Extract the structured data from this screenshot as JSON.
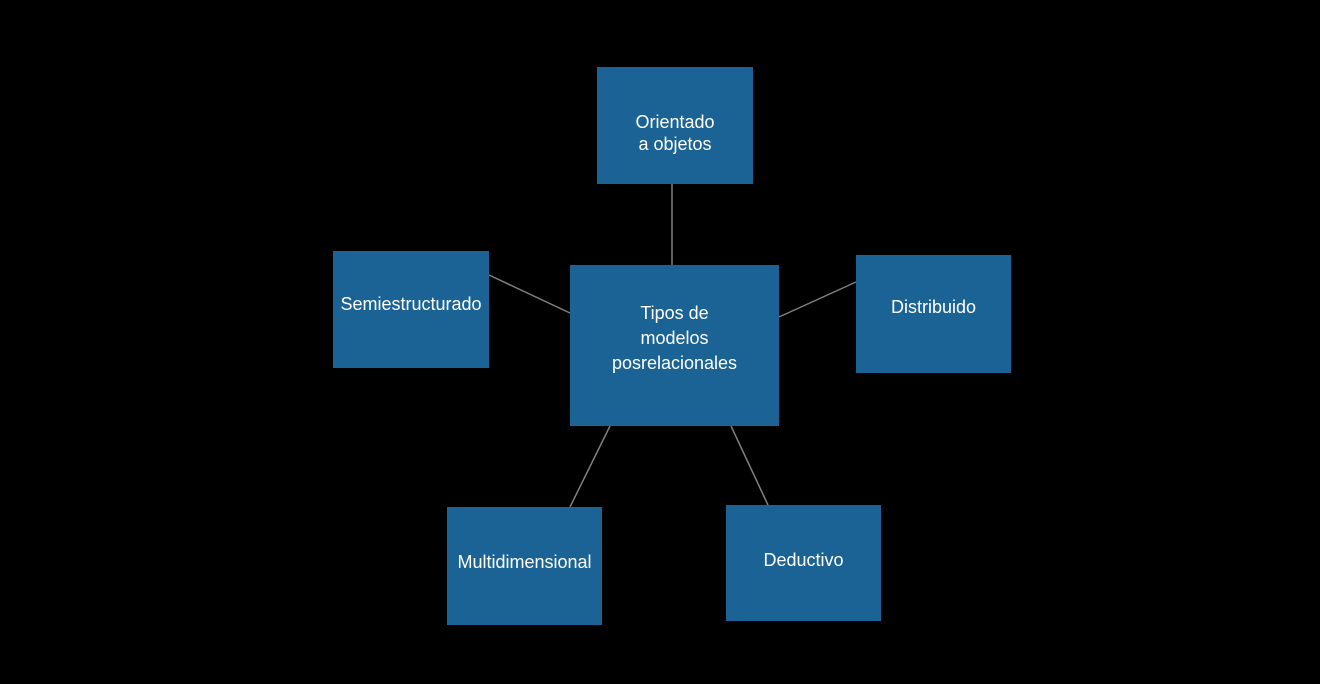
{
  "diagram": {
    "center": {
      "label": "Tipos de modelos posrelacionales",
      "lines": [
        "Tipos de",
        "modelos",
        "posrelacionales"
      ]
    },
    "nodes": {
      "orientado": {
        "label": "Orientado a objetos",
        "lines": [
          "Orientado",
          "a objetos"
        ]
      },
      "semiestructurado": {
        "label": "Semiestructurado"
      },
      "distribuido": {
        "label": "Distribuido"
      },
      "multidimensional": {
        "label": "Multidimensional"
      },
      "deductivo": {
        "label": "Deductivo"
      }
    },
    "colors": {
      "background": "#000000",
      "node_fill": "#1b6395",
      "node_text": "#ffffff",
      "connector": "#7f7f7f"
    }
  }
}
